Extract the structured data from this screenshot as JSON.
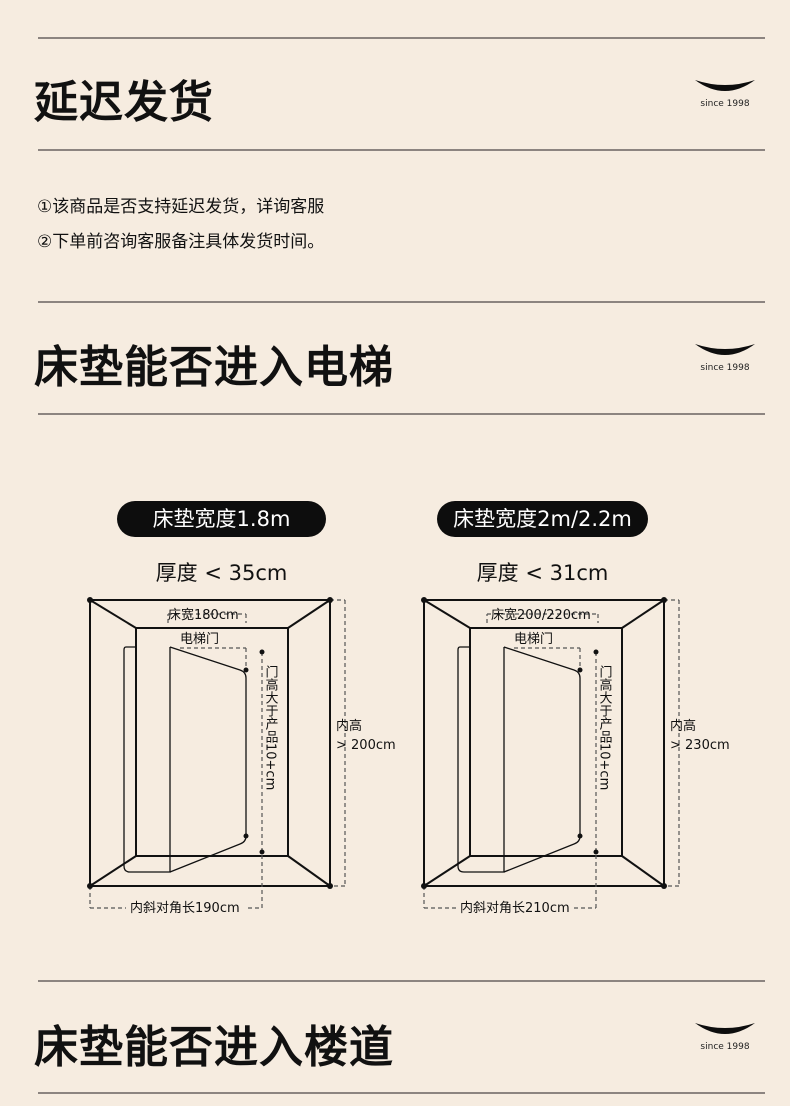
{
  "sections": [
    {
      "title": "延迟发货"
    },
    {
      "title": "床垫能否进入电梯"
    },
    {
      "title": "床垫能否进入楼道"
    }
  ],
  "logo": {
    "text": "since 1998",
    "icon": "smile-arc-icon"
  },
  "delay_notes": [
    "①该商品是否支持延迟发货，详询客服",
    "②下单前咨询客服备注具体发货时间。"
  ],
  "elevator": {
    "left": {
      "pill": "床垫宽度1.8m",
      "thickness": "厚度 < 35cm",
      "bed_width": "床宽180cm",
      "door": "电梯门",
      "door_height": "门高大于产品10+cm",
      "inner_height_1": "内高",
      "inner_height_2": "> 200cm",
      "diagonal": "内斜对角长190cm"
    },
    "right": {
      "pill": "床垫宽度2m/2.2m",
      "thickness": "厚度 < 31cm",
      "bed_width": "床宽200/220cm",
      "door": "电梯门",
      "door_height": "门高大于产品10+cm",
      "inner_height_1": "内高",
      "inner_height_2": "> 230cm",
      "diagonal": "内斜对角长210cm"
    }
  },
  "colors": {
    "background": "#f6ece0",
    "rule": "#8c8480",
    "pill": "#0d0d0d",
    "ink": "#111111"
  }
}
